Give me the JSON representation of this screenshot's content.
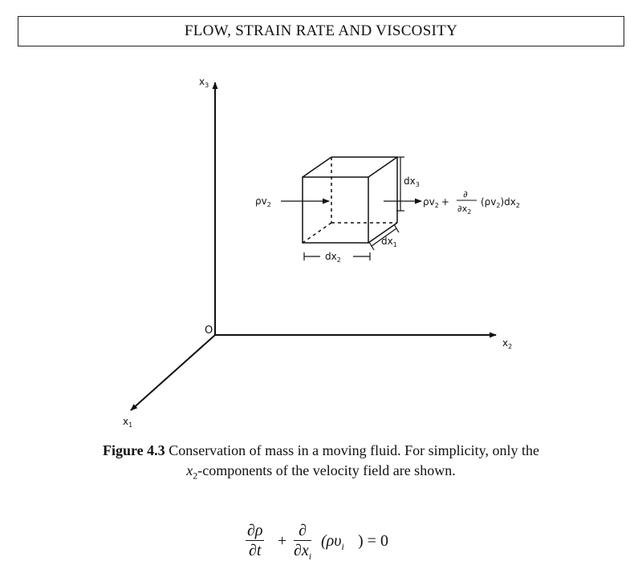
{
  "header": {
    "title": "FLOW, STRAIN RATE AND VISCOSITY"
  },
  "figure": {
    "axis_x1": "x",
    "axis_x1_sub": "1",
    "axis_x2": "x",
    "axis_x2_sub": "2",
    "axis_x3": "x",
    "axis_x3_sub": "3",
    "origin": "O",
    "inflow_label": "ρv",
    "inflow_sub": "2",
    "outflow_label": "ρv",
    "outflow_sub": "2",
    "outflow_plus": "+",
    "outflow_partial": "∂",
    "outflow_partial_den": "∂x",
    "outflow_partial_den_sub": "2",
    "outflow_term": "(ρv",
    "outflow_term_sub": "2",
    "outflow_term_close": ")dx",
    "outflow_term_dx_sub": "2",
    "dim_dx1": "dx",
    "dim_dx1_sub": "1",
    "dim_dx2": "dx",
    "dim_dx2_sub": "2",
    "dim_dx3": "dx",
    "dim_dx3_sub": "3"
  },
  "caption": {
    "label": "Figure 4.3",
    "text_line1": "Conservation of mass in a moving fluid. For simplicity, only the",
    "text_x": "x",
    "text_x_sub": "2",
    "text_line2": "-components of the velocity field are shown."
  },
  "equation": {
    "term1_num": "∂ρ",
    "term1_den": "∂t",
    "plus": "+",
    "term2_num": "∂",
    "term2_den": "∂x",
    "term2_den_sub": "i",
    "paren": "(ρυ",
    "paren_sub": "i",
    "rhs": ") = 0"
  }
}
